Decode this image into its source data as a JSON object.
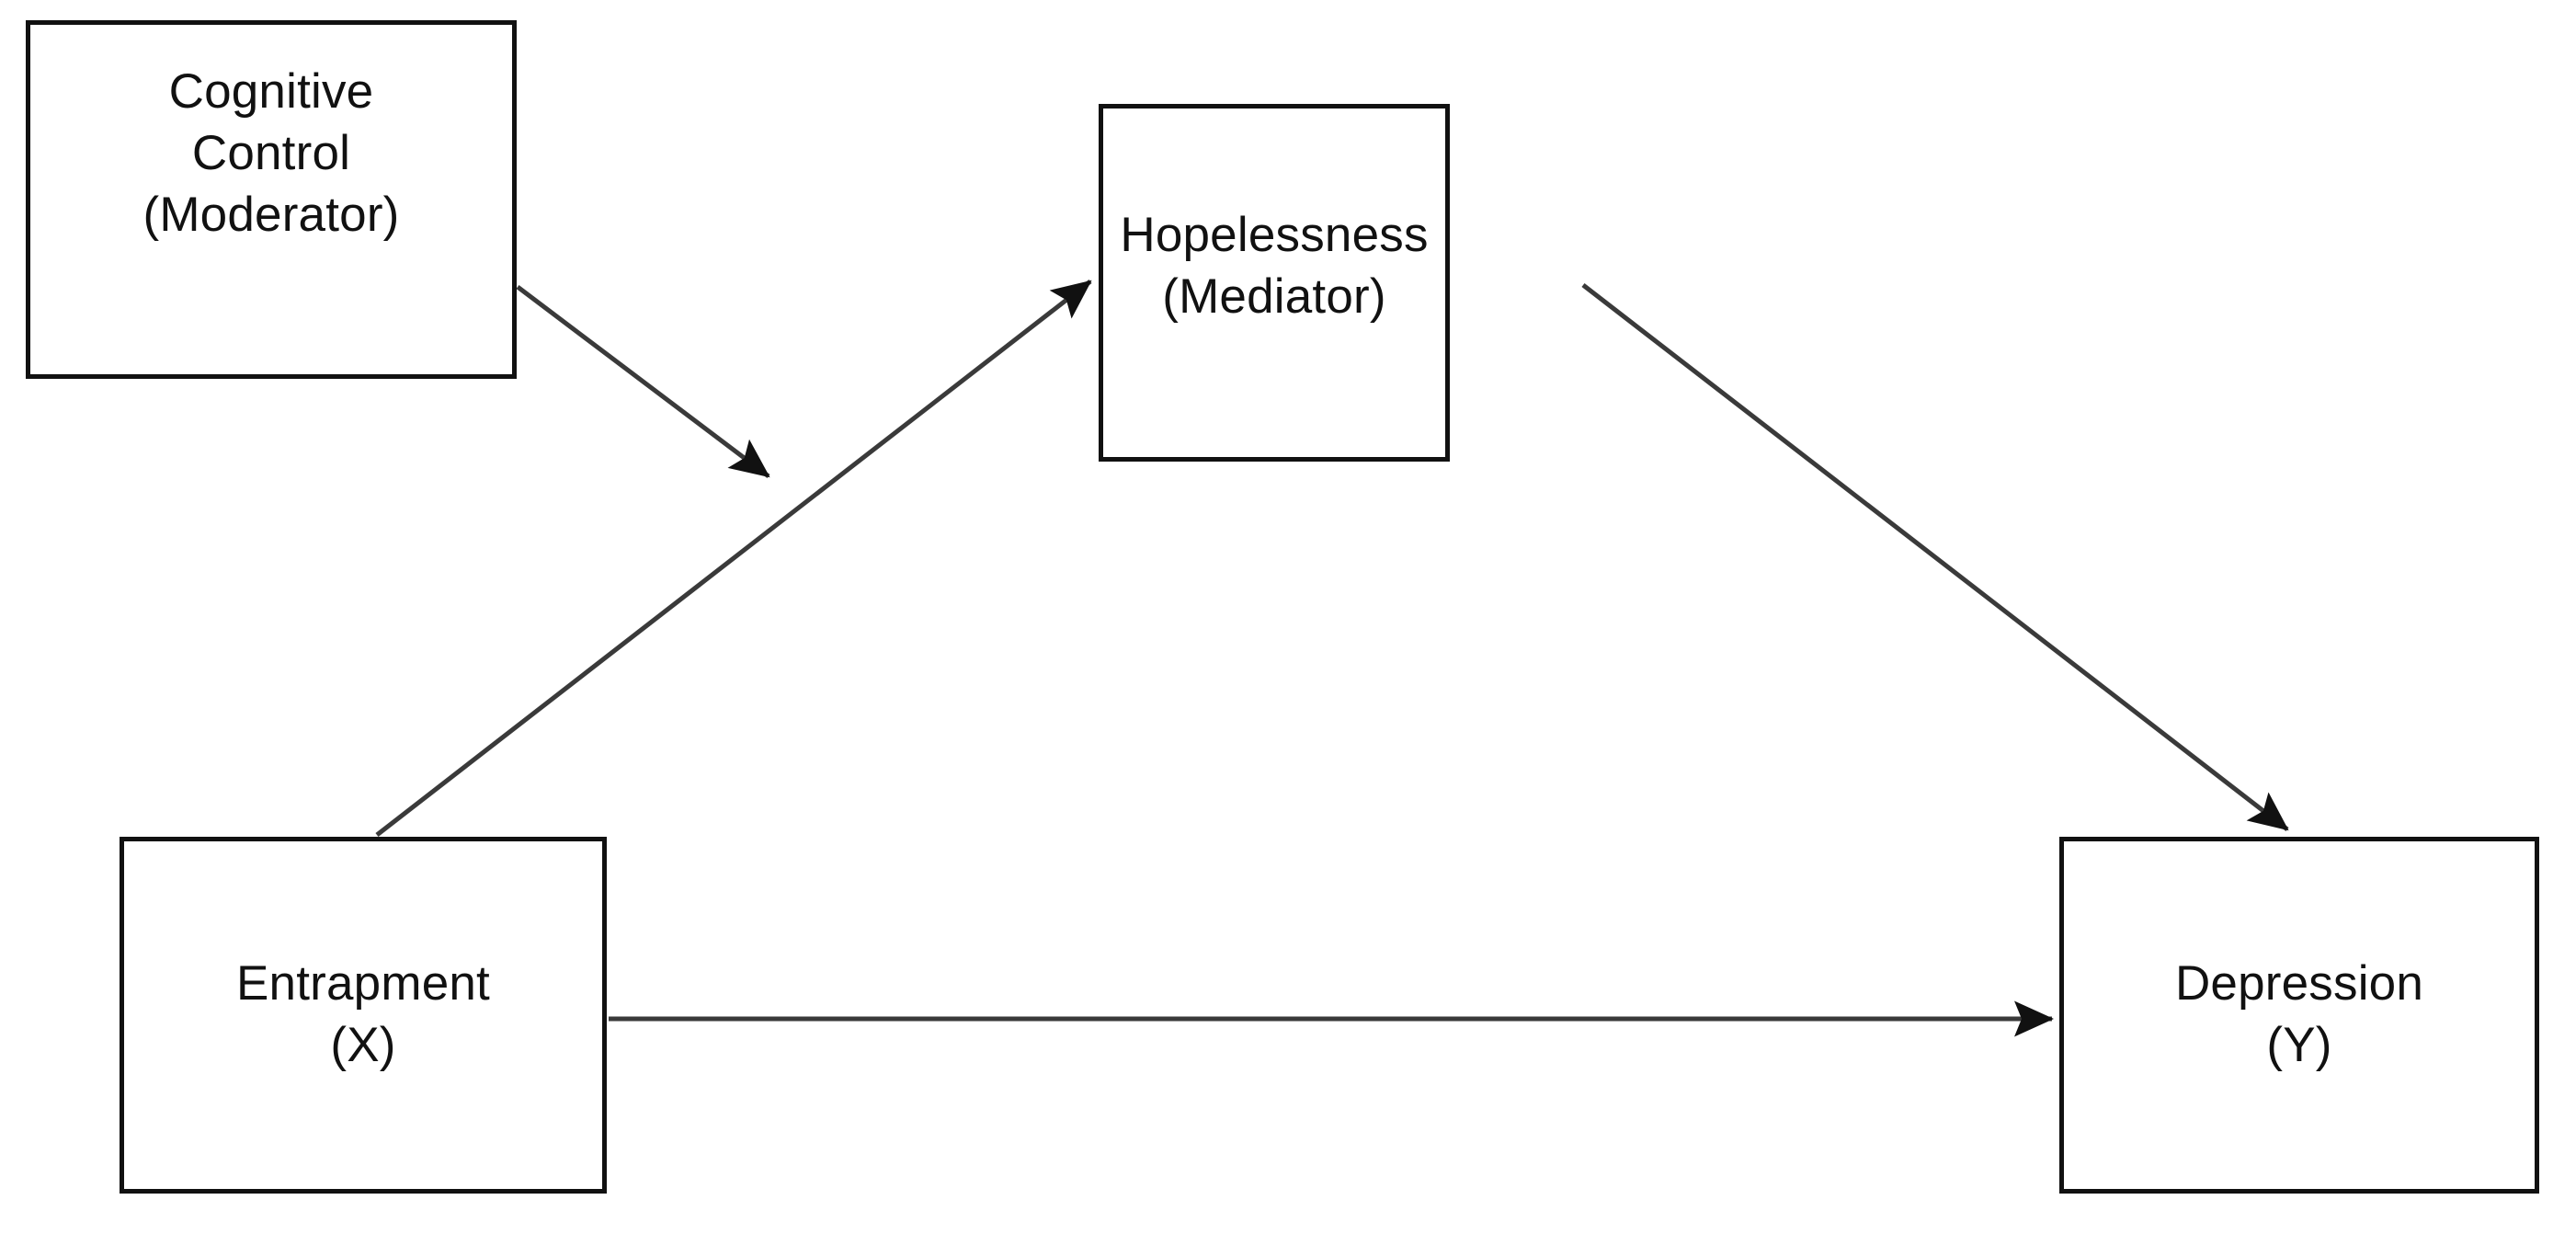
{
  "diagram": {
    "type": "moderated-mediation-path-model",
    "background_color": "#ffffff",
    "stroke_color": "#111111",
    "nodes": [
      {
        "id": "moderator",
        "name": "cognitive-control",
        "line1": "Cognitive",
        "line2": "Control",
        "line3": "(Moderator)",
        "role": "Moderator"
      },
      {
        "id": "mediator",
        "name": "hopelessness",
        "line1": "Hopelessness",
        "line2": "(Mediator)",
        "role": "Mediator"
      },
      {
        "id": "predictor",
        "name": "entrapment",
        "line1": "Entrapment",
        "line2": "(X)",
        "role": "X"
      },
      {
        "id": "outcome",
        "name": "depression",
        "line1": "Depression",
        "line2": "(Y)",
        "role": "Y"
      }
    ],
    "edges": [
      {
        "id": "a-path",
        "from": "entrapment",
        "to": "hopelessness",
        "style": "solid-arrow"
      },
      {
        "id": "b-path",
        "from": "hopelessness",
        "to": "depression",
        "style": "solid-arrow"
      },
      {
        "id": "c-path",
        "from": "entrapment",
        "to": "depression",
        "style": "solid-arrow"
      },
      {
        "id": "w-path",
        "from": "cognitive-control",
        "to": "a-path",
        "style": "solid-arrow"
      }
    ]
  }
}
